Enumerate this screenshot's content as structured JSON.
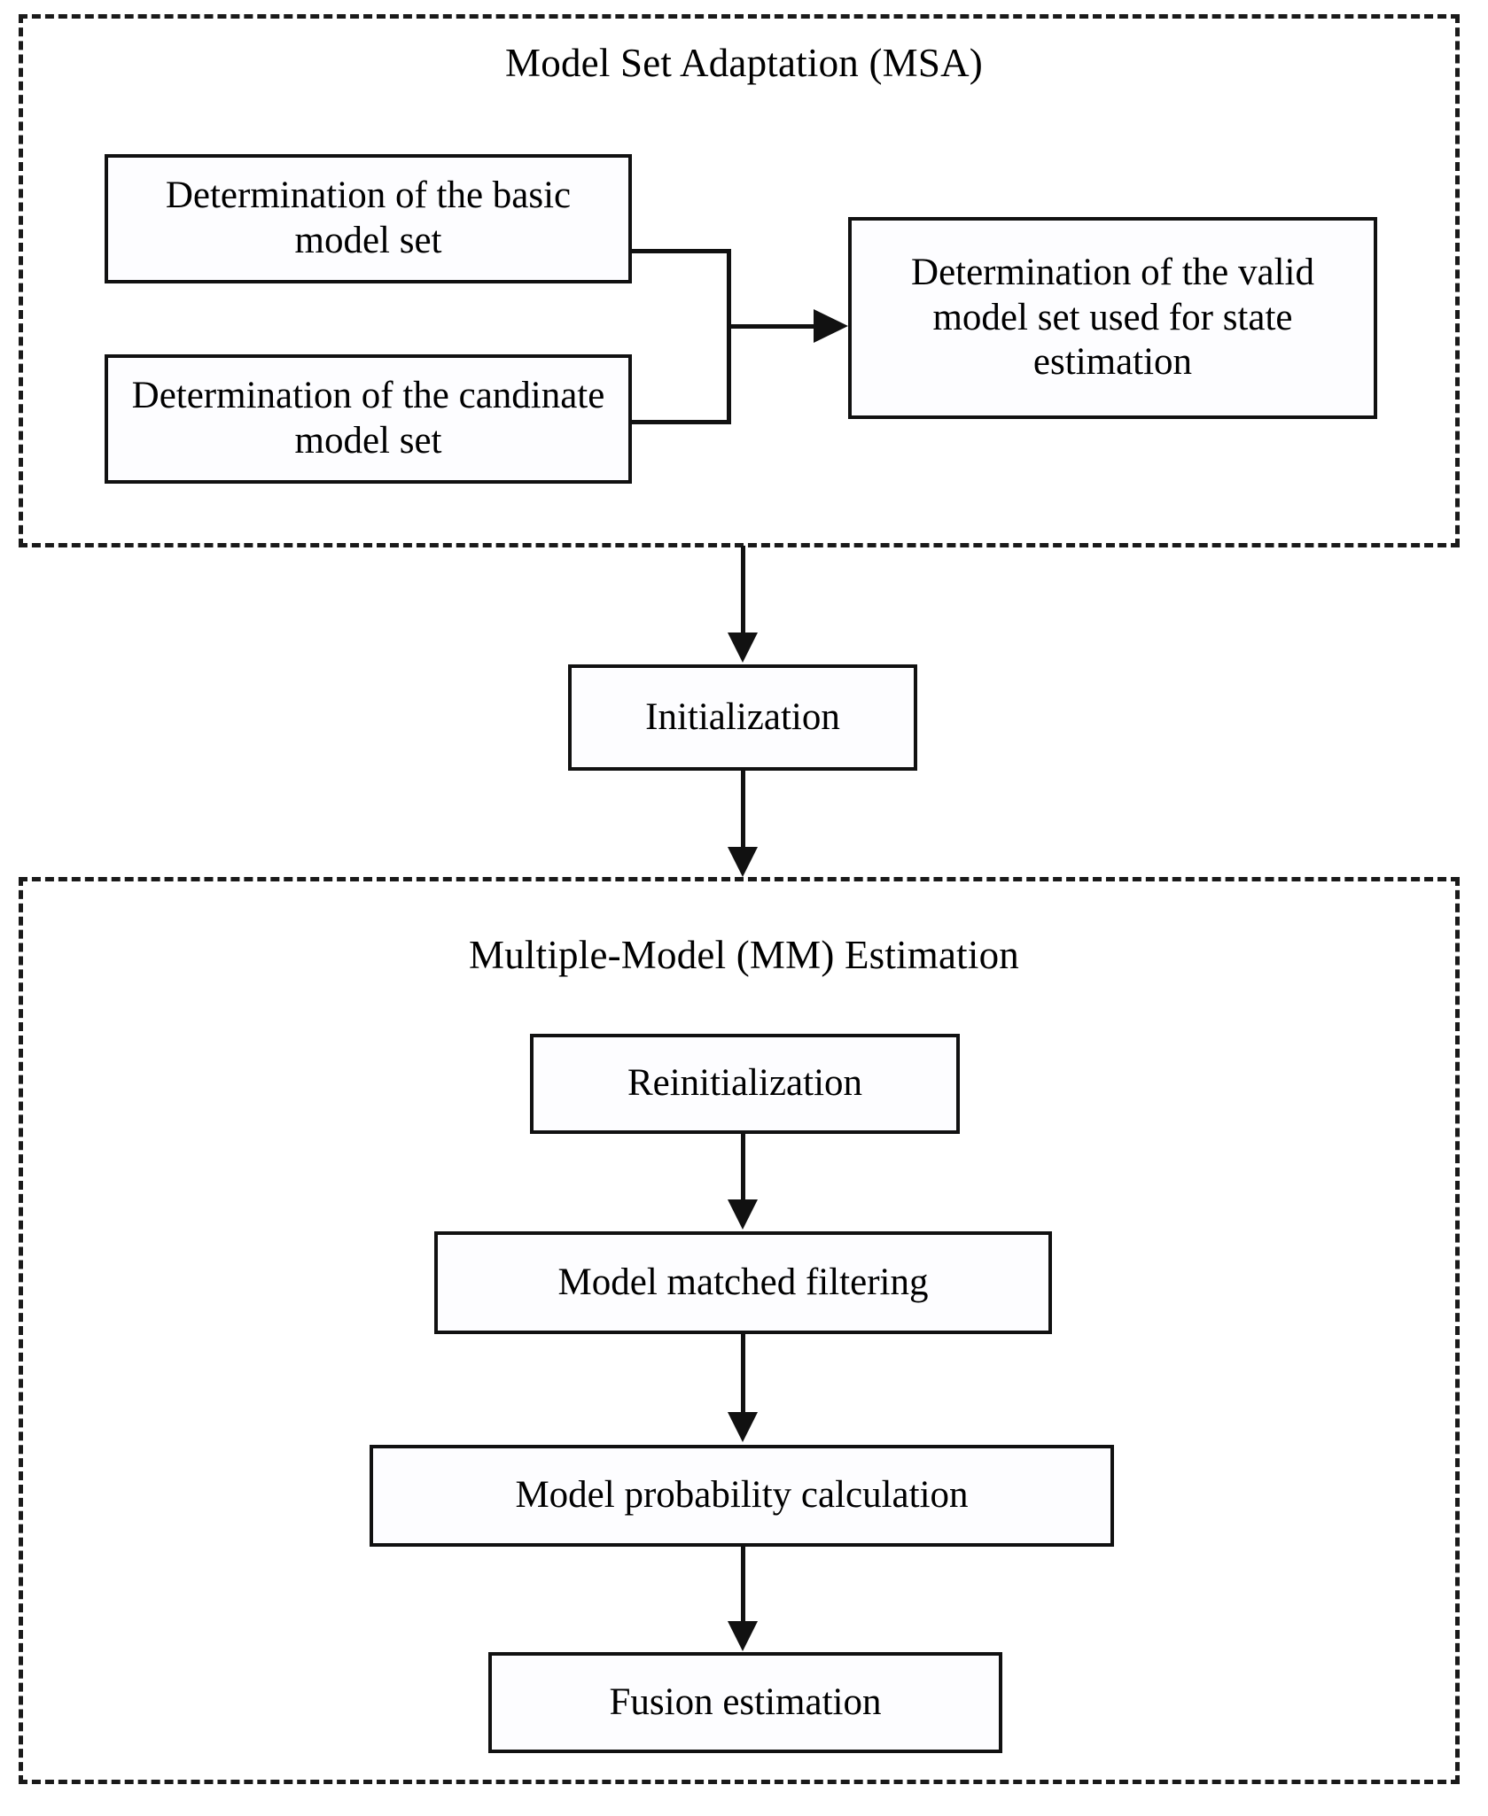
{
  "diagram": {
    "title": "Model Set Adaptation and Multiple-Model Estimation flowchart",
    "groups": [
      {
        "id": "msa",
        "label": "Model Set Adaptation (MSA)"
      },
      {
        "id": "mm",
        "label": "Multiple-Model (MM) Estimation"
      }
    ],
    "nodes": {
      "basic_model_set": "Determination of the basic model set",
      "candidate_model_set": "Determination of the candinate model set",
      "valid_model_set": "Determination of the valid model set used for state estimation",
      "initialization": "Initialization",
      "reinitialization": "Reinitialization",
      "model_matched_filtering": "Model matched filtering",
      "model_probability_calculation": "Model probability calculation",
      "fusion_estimation": "Fusion estimation"
    },
    "colors": {
      "line": "#111111",
      "box_fill": "#fdfdff",
      "background": "#ffffff",
      "text": "#000000"
    }
  }
}
